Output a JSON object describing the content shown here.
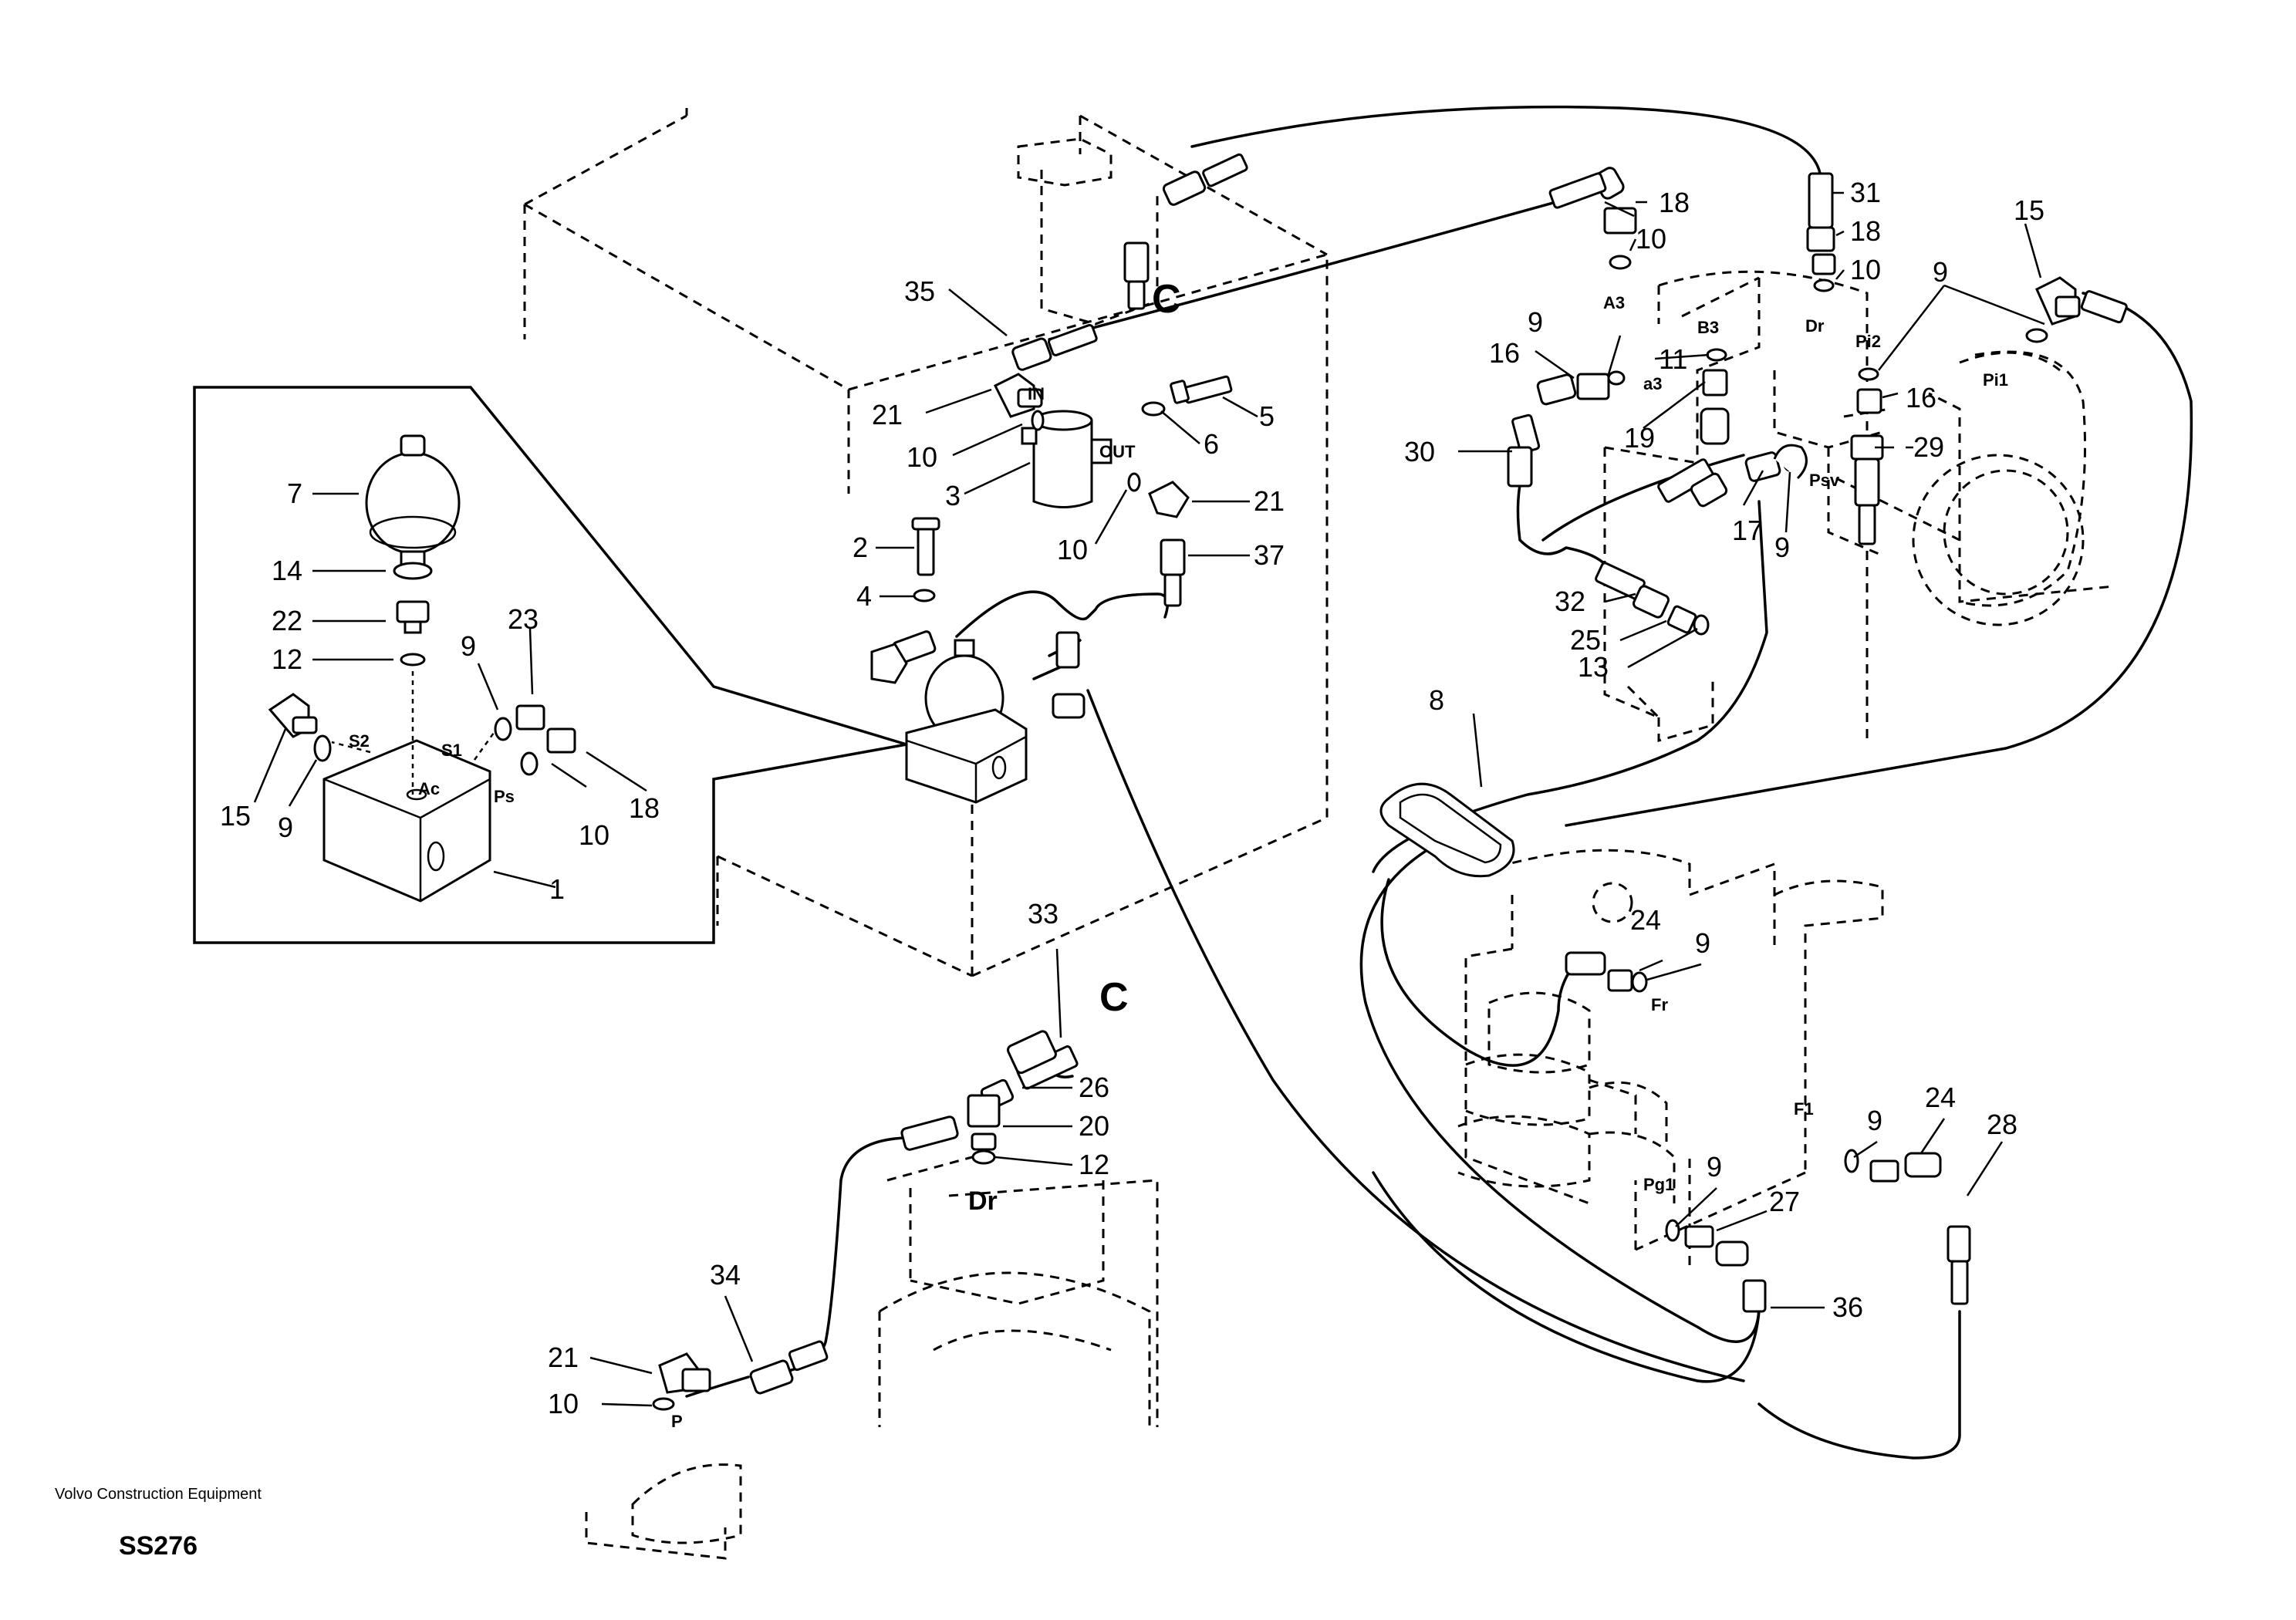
{
  "brand": "Volvo Construction Equipment",
  "drawing_code": "SS276",
  "callouts": [
    "7",
    "14",
    "22",
    "12",
    "9",
    "23",
    "15",
    "9",
    "10",
    "18",
    "1",
    "35",
    "21",
    "10",
    "3",
    "5",
    "6",
    "21",
    "10",
    "37",
    "2",
    "4",
    "18",
    "10",
    "31",
    "18",
    "10",
    "9",
    "15",
    "9",
    "16",
    "11",
    "19",
    "30",
    "16",
    "29",
    "17",
    "9",
    "32",
    "25",
    "13",
    "8",
    "33",
    "26",
    "20",
    "12",
    "24",
    "9",
    "9",
    "24",
    "28",
    "9",
    "27",
    "36",
    "34",
    "21",
    "10"
  ],
  "ports": [
    "S2",
    "S1",
    "Ac",
    "Ps",
    "IN",
    "OUT",
    "A3",
    "B3",
    "a3",
    "Dr",
    "Pi2",
    "Pi1",
    "Psv",
    "Fr",
    "F1",
    "Pg1",
    "Dr",
    "P"
  ],
  "connection_marks": [
    "C",
    "C"
  ]
}
